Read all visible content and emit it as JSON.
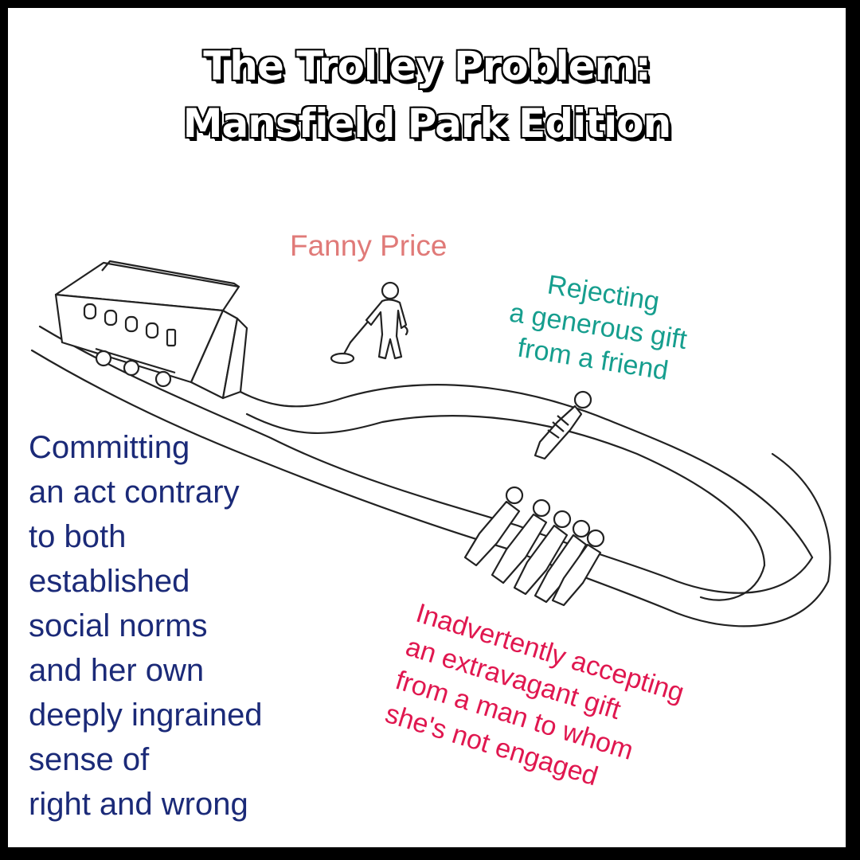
{
  "title": {
    "line1": "The Trolley Problem:",
    "line2": "Mansfield Park Edition"
  },
  "labels": {
    "lever_person": "Fanny Price",
    "side_track": [
      "Rejecting",
      "a generous gift",
      "from a friend"
    ],
    "main_track": [
      "Inadvertently accepting",
      "an extravagant gift",
      "from a man to whom",
      "she's not engaged"
    ],
    "trolley": [
      "Committing",
      "an act contrary",
      "to both",
      "established",
      "social norms",
      "and her own",
      "deeply ingrained",
      "sense of",
      "right and wrong"
    ]
  },
  "colors": {
    "lever_person": "#e07a78",
    "side_track": "#169e8e",
    "main_track": "#e0174f",
    "trolley": "#1b2a78"
  }
}
